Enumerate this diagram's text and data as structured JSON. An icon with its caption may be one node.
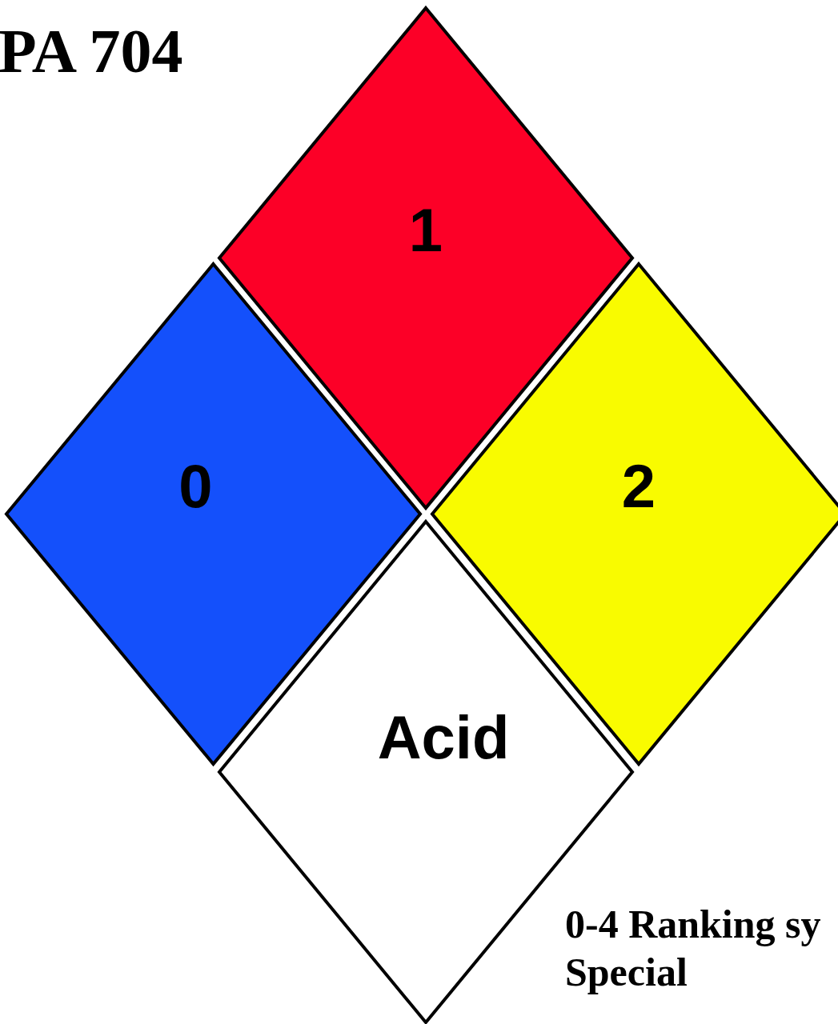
{
  "diagram": {
    "title": "PA 704",
    "nodes": [
      {
        "text": [
          "1"
        ]
      },
      {
        "text": [
          "0"
        ]
      },
      {
        "text": [
          "2"
        ]
      },
      {
        "text": [
          "Acid"
        ]
      }
    ],
    "labels": [
      "0-4 Ranking sy",
      "Special"
    ]
  }
}
